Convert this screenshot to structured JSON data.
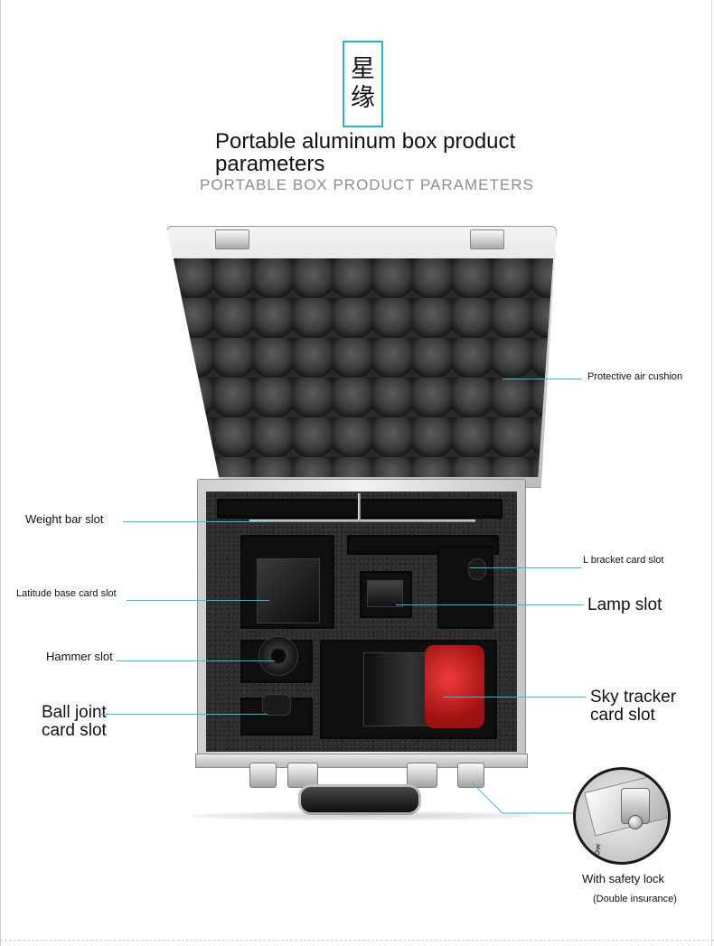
{
  "brand": {
    "chars": [
      "星",
      "缘"
    ]
  },
  "title": "Portable aluminum box product parameters",
  "subtitle": "PORTABLE BOX  PRODUCT PARAMETERS",
  "callouts": {
    "protective_air_cushion": "Protective air cushion",
    "weight_bar_slot": "Weight bar slot",
    "l_bracket_card_slot": "L bracket card slot",
    "latitude_base_card_slot": "Latitude base card slot",
    "lamp_slot": "Lamp slot",
    "hammer_slot": "Hammer slot",
    "sky_tracker_card_slot_line1": "Sky tracker",
    "sky_tracker_card_slot_line2": "card slot",
    "ball_joint_card_slot_line1": "Ball joint",
    "ball_joint_card_slot_line2": "card slot"
  },
  "safety_lock": {
    "label": "With safety lock",
    "note": "(Double insurance)"
  },
  "colors": {
    "accent": "#27b3c9",
    "callout_line": "#3db7cc",
    "subtitle": "#8e8e8e"
  },
  "icons": {
    "lock_detail": "latch-lock-icon",
    "hinge": "hinge-icon",
    "handle": "case-handle-icon"
  }
}
